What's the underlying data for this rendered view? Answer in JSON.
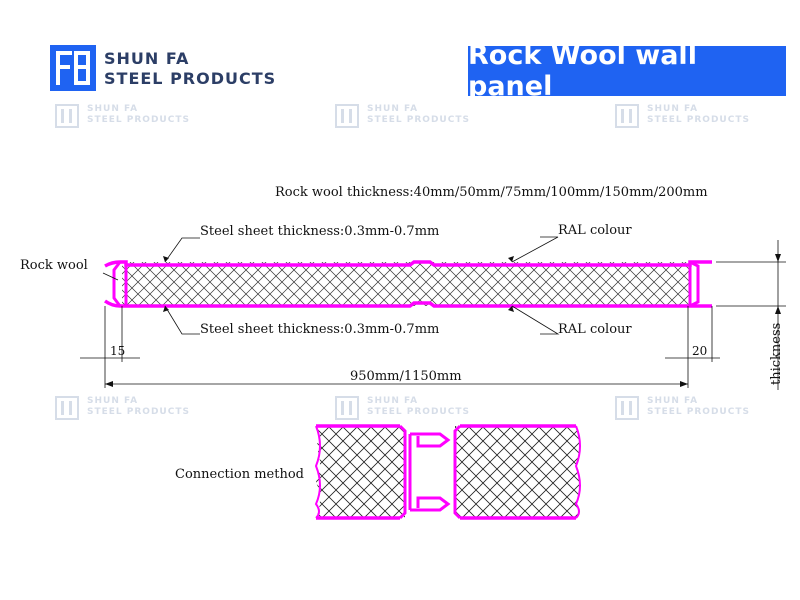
{
  "brand": {
    "line1": "SHUN FA",
    "line2": "STEEL PRODUCTS"
  },
  "title": "Rock Wool wall panel",
  "labels": {
    "thickness_options": "Rock wool thickness:40mm/50mm/75mm/100mm/150mm/200mm",
    "steel_top": "Steel sheet thickness:0.3mm-0.7mm",
    "steel_bottom": "Steel sheet thickness:0.3mm-0.7mm",
    "ral_top": "RAL colour",
    "ral_bottom": "RAL colour",
    "core": "Rock wool",
    "dim_left": "15",
    "dim_right": "20",
    "dim_width": "950mm/1150mm",
    "dim_thickness": "thickness",
    "connection": "Connection method"
  },
  "colors": {
    "steel": "#ff00ff",
    "banner": "#1f63f2",
    "brand": "#2c3e66"
  },
  "icons": [
    "shunfa-logo-icon"
  ]
}
